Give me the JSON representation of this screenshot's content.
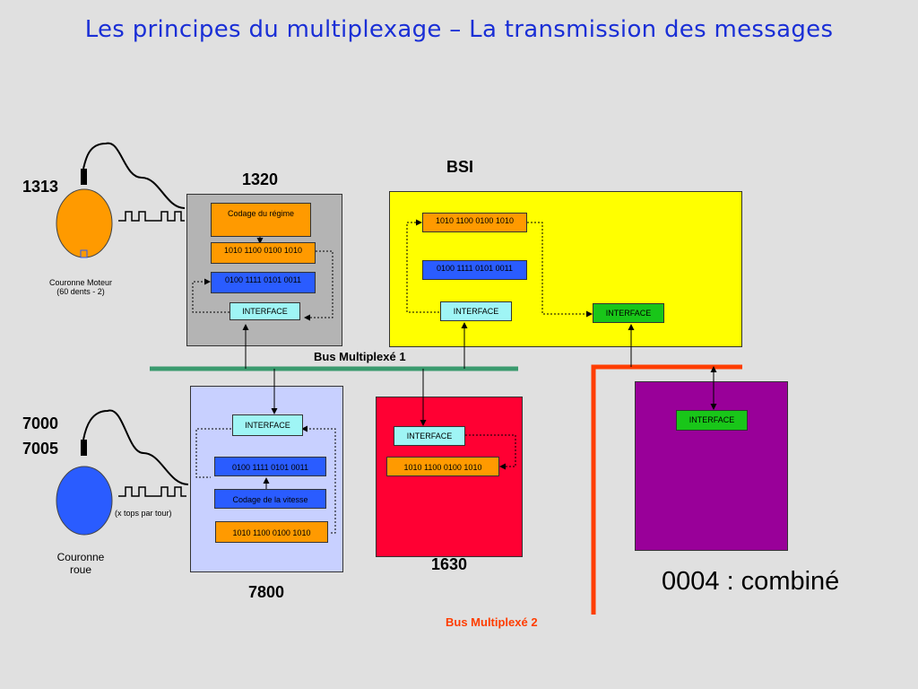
{
  "title": "Les principes du multiplexage – La transmission des messages",
  "sensor_engine": {
    "id": "1313",
    "caption_line1": "Couronne Moteur",
    "caption_line2": "(60 dents - 2)"
  },
  "sensor_wheel": {
    "id_line1": "7000",
    "id_line2": "7005",
    "pulses_label": "(x  tops par tour)",
    "caption_line1": "Couronne",
    "caption_line2": "roue"
  },
  "ecu_1320": {
    "id": "1320",
    "coding": "Codage du régime",
    "msg_out": "1010 1100 0100 1010",
    "msg_in": "0100 1111 0101 0011",
    "interface": "INTERFACE"
  },
  "ecu_bsi": {
    "id": "BSI",
    "msg_a": "1010 1100 0100 1010",
    "msg_b": "0100 1111 0101 0011",
    "interface_1": "INTERFACE",
    "interface_2": "INTERFACE"
  },
  "ecu_7800": {
    "id": "7800",
    "interface": "INTERFACE",
    "msg_in": "0100 1111 0101 0011",
    "coding": "Codage de la vitesse",
    "msg_out": "1010 1100 0100 1010"
  },
  "ecu_1630": {
    "id": "1630",
    "interface": "INTERFACE",
    "msg": "1010 1100 0100 1010"
  },
  "ecu_0004": {
    "id": "0004 : combiné",
    "interface": "INTERFACE"
  },
  "bus1_label": "Bus Multiplexé 1",
  "bus2_label": "Bus Multiplexé 2",
  "colors": {
    "title": "#1a2fd6",
    "bus1": "#3a9a6e",
    "bus2": "#ff3d00",
    "ecu_1320": "#b4b4b4",
    "ecu_bsi": "#ffff00",
    "ecu_7800": "#c8d0ff",
    "ecu_1630": "#ff0033",
    "ecu_0004": "#990099",
    "sensor_engine": "#ff9a00",
    "sensor_wheel": "#2a5cff"
  }
}
